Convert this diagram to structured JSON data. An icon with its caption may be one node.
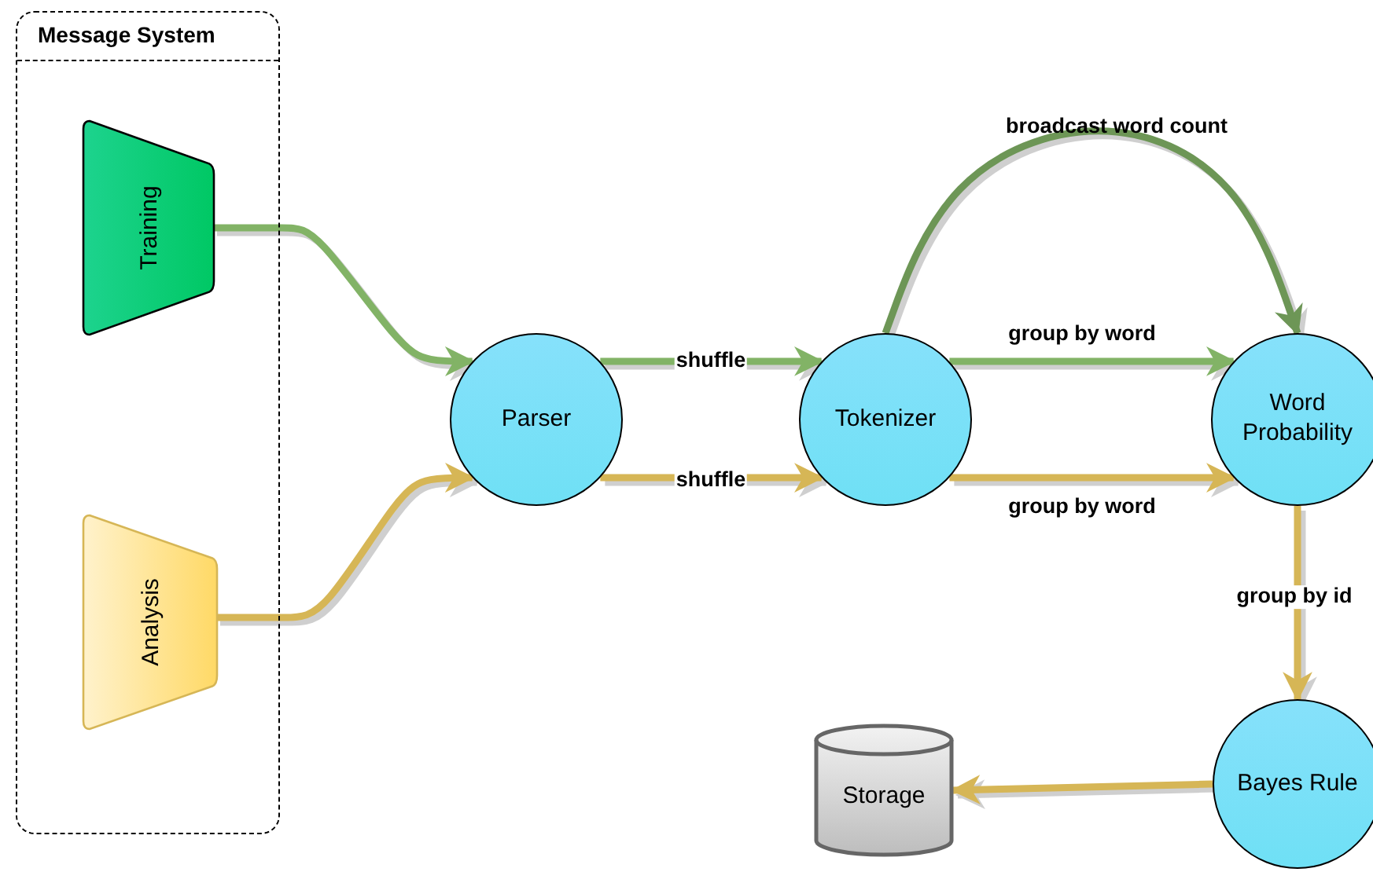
{
  "diagram": {
    "nodes": [
      {
        "text": [
          "Message System"
        ]
      },
      {
        "text": [
          "Training"
        ],
        "in": 0
      },
      {
        "text": [
          "Analysis"
        ],
        "in": 0
      },
      {
        "text": [
          "Parser"
        ]
      },
      {
        "text": [
          "Tokenizer"
        ]
      },
      {
        "text": [
          "Word Probability"
        ]
      },
      {
        "text": [
          "Bayes Rule"
        ]
      },
      {
        "text": [
          "Storage"
        ]
      }
    ],
    "edges": [
      {
        "from": 1,
        "to": 3,
        "arrow": "to",
        "color": "#82b366"
      },
      {
        "from": 2,
        "to": 3,
        "arrow": "to",
        "color": "#d6b656"
      },
      {
        "from": 3,
        "to": 4,
        "arrow": "to",
        "label": "shuffle",
        "color": "#82b366"
      },
      {
        "from": 3,
        "to": 4,
        "arrow": "to",
        "label": "shuffle",
        "color": "#d6b656"
      },
      {
        "from": 4,
        "to": 5,
        "arrow": "to",
        "label": "broadcast word count",
        "color": "#6d9656"
      },
      {
        "from": 4,
        "to": 5,
        "arrow": "to",
        "label": "group by word",
        "color": "#82b366"
      },
      {
        "from": 4,
        "to": 5,
        "arrow": "to",
        "label": "group by word",
        "color": "#d6b656"
      },
      {
        "from": 5,
        "to": 6,
        "arrow": "to",
        "label": "group by id",
        "color": "#d6b656"
      },
      {
        "from": 6,
        "to": 7,
        "arrow": "to",
        "color": "#d6b656"
      }
    ]
  }
}
